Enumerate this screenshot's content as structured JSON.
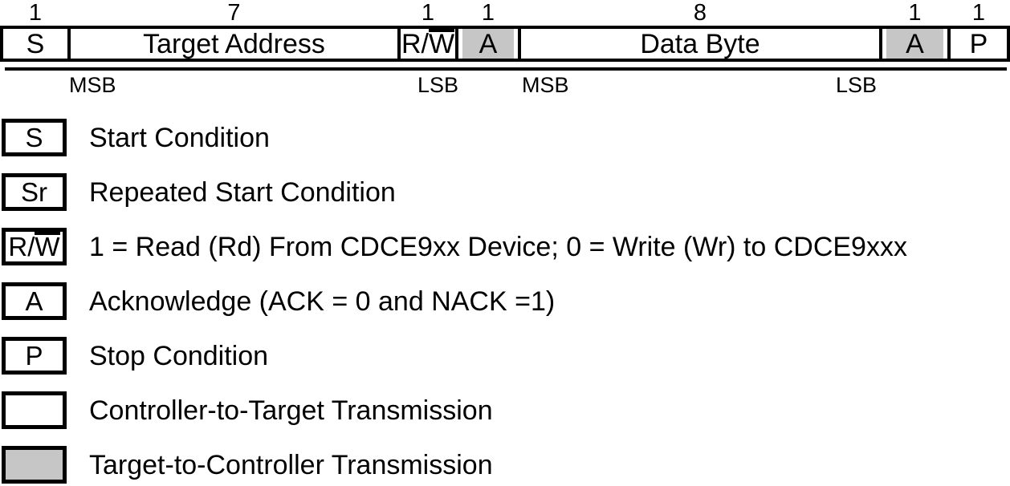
{
  "colors": {
    "shade_gray": "#c6c6c6",
    "line": "#000000"
  },
  "frame": {
    "cells": [
      {
        "name": "start",
        "count": "1",
        "label": "S",
        "shade": "white"
      },
      {
        "name": "target-address",
        "count": "7",
        "label": "Target Address",
        "shade": "white"
      },
      {
        "name": "read-write",
        "count": "1",
        "label_prefix": "R/",
        "label_overlined": "W",
        "shade": "white"
      },
      {
        "name": "ack-1",
        "count": "1",
        "label": "A",
        "shade": "gray"
      },
      {
        "name": "data-byte",
        "count": "8",
        "label": "Data Byte",
        "shade": "white"
      },
      {
        "name": "ack-2",
        "count": "1",
        "label": "A",
        "shade": "gray"
      },
      {
        "name": "stop",
        "count": "1",
        "label": "P",
        "shade": "white"
      }
    ],
    "bit_order": {
      "address_msb": "MSB",
      "address_lsb": "LSB",
      "data_msb": "MSB",
      "data_lsb": "LSB"
    }
  },
  "legend": {
    "items": [
      {
        "symbol": "S",
        "box": "white",
        "description": "Start Condition"
      },
      {
        "symbol": "Sr",
        "box": "white",
        "description": "Repeated Start Condition"
      },
      {
        "symbol_prefix": "R/",
        "symbol_overlined": "W",
        "box": "white",
        "description": "1 = Read (Rd) From CDCE9xx Device; 0 = Write (Wr) to CDCE9xxx"
      },
      {
        "symbol": "A",
        "box": "white",
        "description": "Acknowledge (ACK = 0 and NACK =1)"
      },
      {
        "symbol": "P",
        "box": "white",
        "description": "Stop Condition"
      },
      {
        "symbol": "",
        "box": "white",
        "description": "Controller-to-Target Transmission"
      },
      {
        "symbol": "",
        "box": "gray",
        "description": "Target-to-Controller Transmission"
      }
    ]
  }
}
